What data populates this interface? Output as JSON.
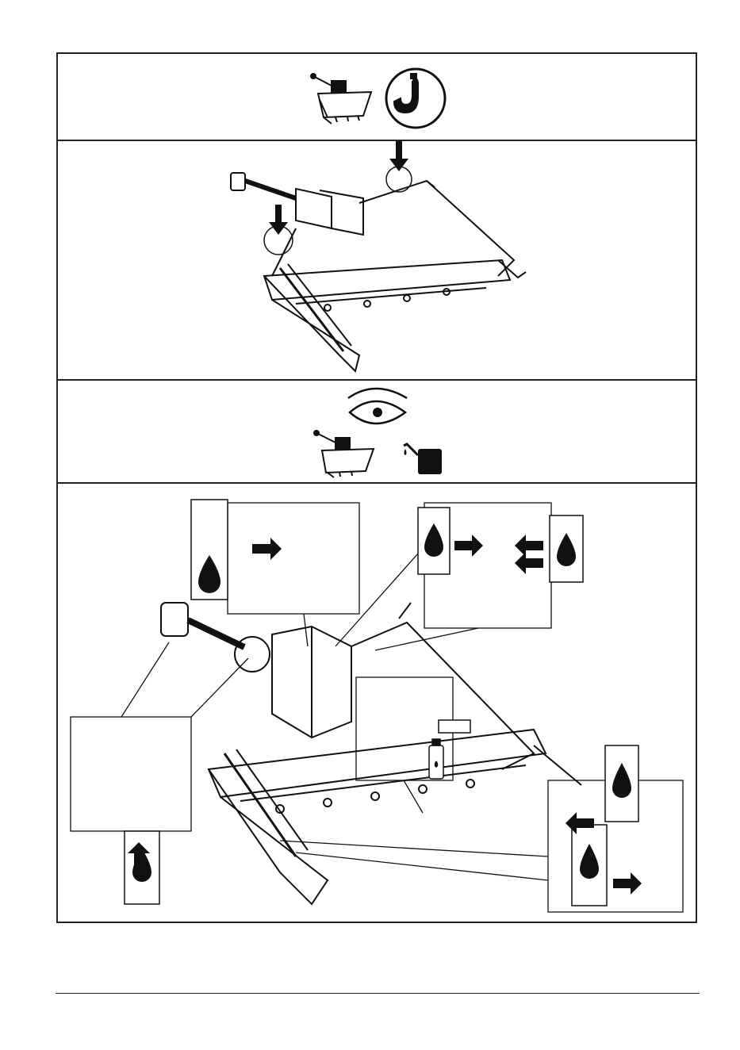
{
  "page": {
    "panels": [
      {
        "id": "lifting",
        "icons": [
          "machine-icon",
          "lifting-hook-icon"
        ]
      },
      {
        "id": "lifting-points",
        "icons": [
          "down-arrow-icon",
          "down-arrow-icon"
        ]
      },
      {
        "id": "inspection-lubrication",
        "icons": [
          "eye-icon",
          "machine-icon",
          "oil-can-icon"
        ]
      },
      {
        "id": "lubrication-points",
        "icons": [
          "oil-drop-icon",
          "arrow-icon",
          "spray-can-icon"
        ]
      }
    ],
    "colors": {
      "line": "#222222",
      "ink": "#111111",
      "paper": "#ffffff"
    }
  }
}
